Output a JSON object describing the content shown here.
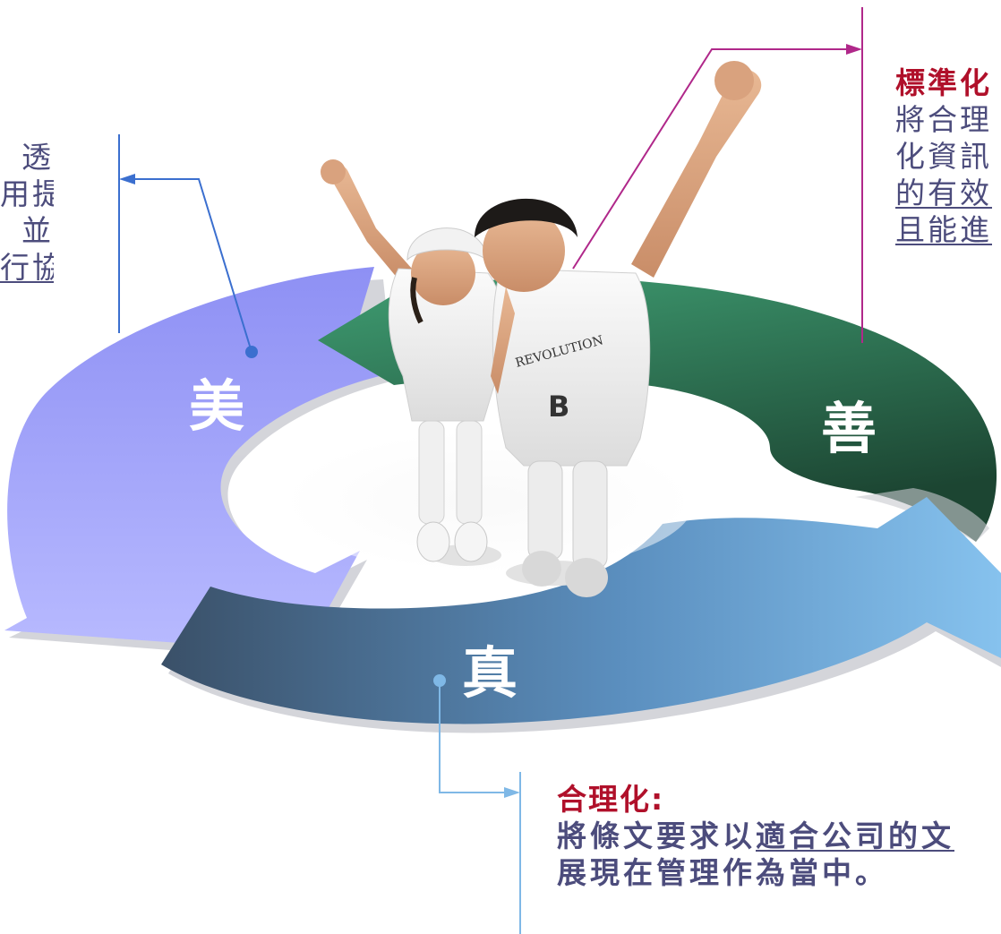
{
  "diagram": {
    "labels": {
      "beauty": "美",
      "goodness": "善",
      "truth": "真"
    },
    "colors": {
      "purple_light": "#b5b6fb",
      "purple_dark": "#8e90f4",
      "green_light": "#3a9a70",
      "green_dark": "#1d4a35",
      "blue_light": "#7ab9e8",
      "blue_dark": "#3a5470",
      "connector_magenta": "#b0288a",
      "connector_blue": "#3b6fcf",
      "connector_lightblue": "#7fb8e6",
      "heading_red": "#b0102a",
      "body_text": "#4c4c7c"
    }
  },
  "annotations": {
    "left": {
      "lines": [
        "透",
        "用提",
        "並",
        "行協"
      ]
    },
    "right": {
      "heading": "標準化",
      "lines": [
        "將合理",
        "化資訊",
        "的有效",
        "且能進"
      ]
    },
    "bottom": {
      "heading": "合理化:",
      "line1_prefix": "將條文要求以",
      "line1_underlined": "適合公司的文",
      "line2": "展現在管理作為當中。"
    }
  }
}
